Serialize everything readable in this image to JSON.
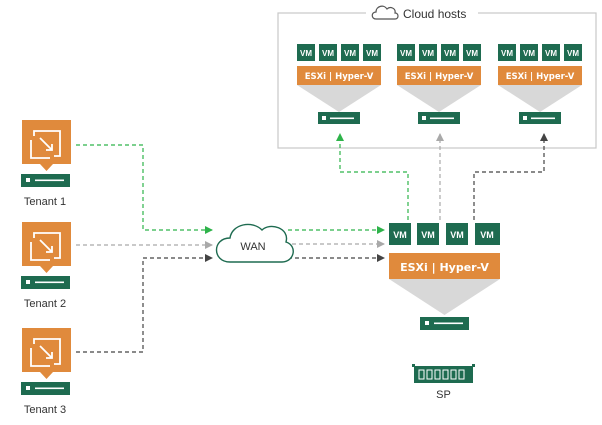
{
  "cloud_hosts": {
    "label": "Cloud hosts",
    "hosts": [
      {
        "vms": [
          "VM",
          "VM",
          "VM",
          "VM"
        ],
        "hypervisor": "ESXi | Hyper-V"
      },
      {
        "vms": [
          "VM",
          "VM",
          "VM",
          "VM"
        ],
        "hypervisor": "ESXi | Hyper-V"
      },
      {
        "vms": [
          "VM",
          "VM",
          "VM",
          "VM"
        ],
        "hypervisor": "ESXi | Hyper-V"
      }
    ]
  },
  "tenants": [
    {
      "label": "Tenant 1",
      "link_color": "#2eb34a"
    },
    {
      "label": "Tenant 2",
      "link_color": "#a9a9a9"
    },
    {
      "label": "Tenant 3",
      "link_color": "#444444"
    }
  ],
  "wan": {
    "label": "WAN"
  },
  "sp_host": {
    "vms": [
      "VM",
      "VM",
      "VM",
      "VM"
    ],
    "hypervisor": "ESXi | Hyper-V"
  },
  "storage": {
    "label": "SP"
  },
  "colors": {
    "green_dark": "#1e6b50",
    "orange": "#e08a3c",
    "funnel": "#d8d8d8",
    "frame": "#c8c8c8"
  }
}
